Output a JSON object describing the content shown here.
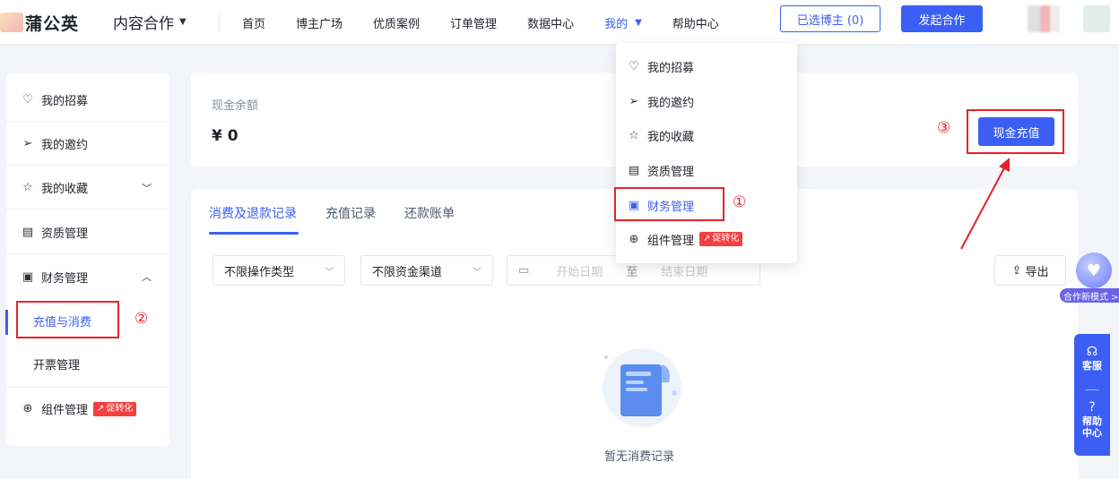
{
  "header": {
    "logo": "蒲公英",
    "product_switch": "内容合作",
    "nav": [
      "首页",
      "博主广场",
      "优质案例",
      "订单管理",
      "数据中心"
    ],
    "nav_active": "我的",
    "nav_help": "帮助中心",
    "selected_bloggers": "已选博主 (0)",
    "start_coop": "发起合作"
  },
  "sidebar": {
    "recruit": "我的招募",
    "invite": "我的邀约",
    "favorites": "我的收藏",
    "qualification": "资质管理",
    "finance": "财务管理",
    "recharge_consume": "充值与消费",
    "invoice": "开票管理",
    "components": "组件管理",
    "components_tag": "促转化"
  },
  "balance": {
    "label": "现金余额",
    "value": "¥ 0",
    "recharge_button": "现金充值"
  },
  "records": {
    "tabs": [
      "消费及退款记录",
      "充值记录",
      "还款账单"
    ],
    "filter_type": "不限操作类型",
    "filter_channel": "不限资金渠道",
    "date_start_placeholder": "开始日期",
    "date_to": "至",
    "date_end_placeholder": "结束日期",
    "export": "导出",
    "empty_text": "暂无消费记录"
  },
  "dropdown": {
    "items": [
      "我的招募",
      "我的邀约",
      "我的收藏",
      "资质管理",
      "财务管理",
      "组件管理"
    ],
    "tag": "促转化"
  },
  "annotations": {
    "one": "①",
    "two": "②",
    "three": "③"
  },
  "floating": {
    "coop_mode": "合作新模式 >",
    "service": "客服",
    "help_line1": "帮助",
    "help_line2": "中心"
  },
  "colors": {
    "primary": "#3b5ff5",
    "annotation_red": "#e3242b",
    "tag_red": "#f53f3f"
  }
}
